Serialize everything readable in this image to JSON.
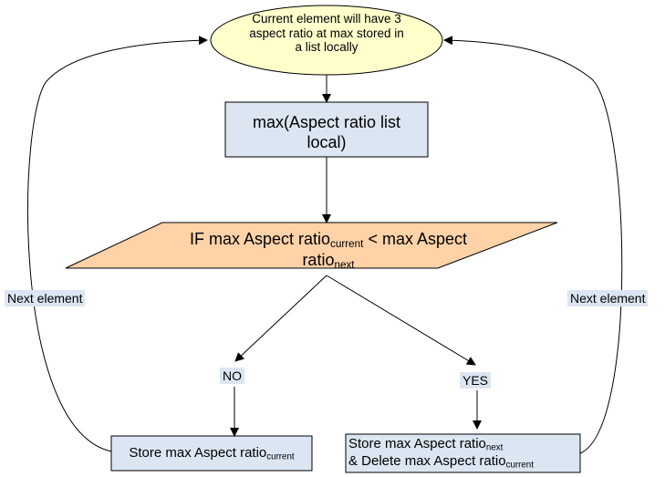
{
  "nodes": {
    "start": {
      "line1": "Current element will have 3",
      "line2": "aspect ratio at max stored in",
      "line3": "a list locally"
    },
    "max_box": {
      "line1": "max(Aspect ratio list",
      "line2": "local)"
    },
    "decision": {
      "line1_prefix": "IF max Aspect ratio",
      "line1_sub": "current",
      "line1_suffix": " < max Aspect",
      "line2_prefix": "ratio",
      "line2_sub": "next"
    },
    "store_current": {
      "prefix": "Store max Aspect ratio",
      "sub": "current"
    },
    "store_next": {
      "line1_prefix": "Store max Aspect ratio",
      "line1_sub": "next",
      "line2_prefix": "& Delete max Aspect ratio",
      "line2_sub": "current"
    }
  },
  "edges": {
    "no_label": "NO",
    "yes_label": "YES",
    "next_left": "Next element",
    "next_right": "Next element"
  },
  "colors": {
    "ellipse_fill": "#ffffcc",
    "box_fill": "#dce6f2",
    "decision_fill": "#ffd2a8",
    "stroke": "#000000"
  }
}
